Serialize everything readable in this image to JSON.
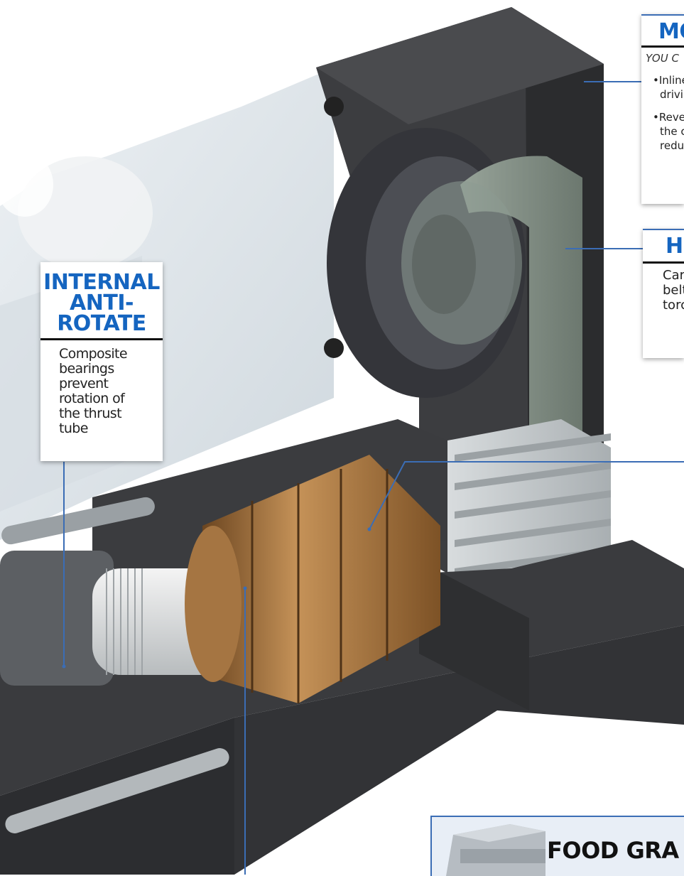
{
  "callouts": {
    "anti_rotate": {
      "title_lines": [
        "INTERNAL",
        "ANTI-",
        "ROTATE"
      ],
      "body_lines": [
        "Composite",
        "bearings",
        "prevent",
        "rotation of",
        "the thrust",
        "tube"
      ]
    },
    "motor": {
      "title": "MO",
      "subtitle": "YOU C",
      "bullets": [
        {
          "line1": "•Inline",
          "line2": "drivi"
        },
        {
          "line1": "•Reve",
          "line2": "the c",
          "line3": "redu"
        }
      ]
    },
    "belt": {
      "title": "HI",
      "lines": [
        "Car",
        "belt",
        "torc"
      ]
    },
    "food": {
      "title": "FOOD GRA"
    }
  },
  "colors": {
    "accent_blue": "#1565c0",
    "leader_line": "#3b6db5",
    "housing": "#3a3b3d",
    "bronze": "#a0703c",
    "belt": "#7d8a80"
  }
}
